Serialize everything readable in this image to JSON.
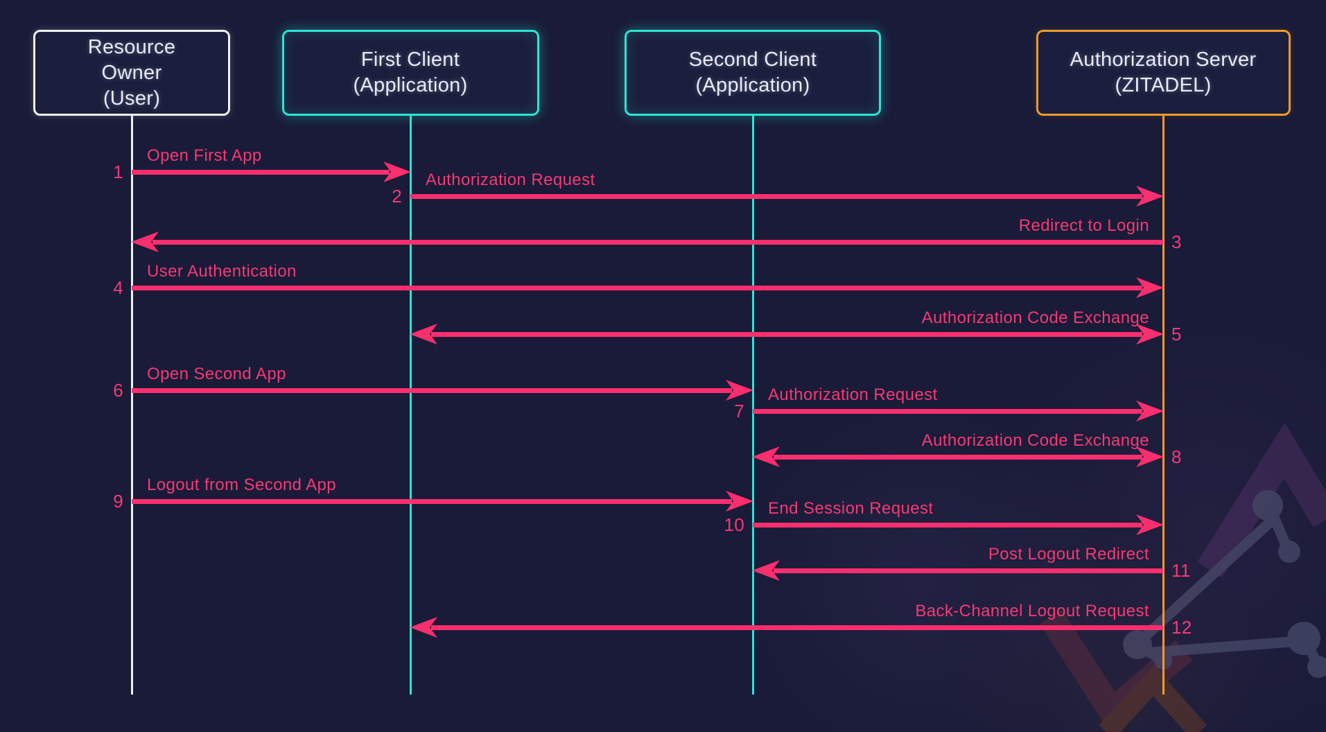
{
  "diagram": {
    "colors": {
      "background": "#191b38",
      "arrow": "#fb2e6e",
      "label_text": "#f43a74",
      "cyan": "#2be5d3",
      "orange": "#f09a2c",
      "white": "#eef0fa",
      "box_text": "#e9ebf5",
      "watermark_slate": "#3e4260",
      "watermark_purple": "#4b2e5e",
      "watermark_maroon": "#5a2839",
      "watermark_orange": "#6a3a22"
    },
    "actors": [
      {
        "id": "user",
        "lines": [
          "Resource",
          "Owner",
          "(User)"
        ],
        "color_key": "white",
        "glow": "glow-white"
      },
      {
        "id": "first_client",
        "lines": [
          "First Client",
          "(Application)"
        ],
        "color_key": "cyan",
        "glow": "glow-cyan"
      },
      {
        "id": "second_client",
        "lines": [
          "Second Client",
          "(Application)"
        ],
        "color_key": "cyan",
        "glow": "glow-cyan"
      },
      {
        "id": "auth_server",
        "lines": [
          "Authorization Server",
          "(ZITADEL)"
        ],
        "color_key": "orange",
        "glow": "glow-orange"
      }
    ],
    "messages": [
      {
        "number": "1",
        "label": "Open First App",
        "from": "user",
        "to": "first_client",
        "bidirectional": false
      },
      {
        "number": "2",
        "label": "Authorization Request",
        "from": "first_client",
        "to": "auth_server",
        "bidirectional": false
      },
      {
        "number": "3",
        "label": "Redirect to Login",
        "from": "auth_server",
        "to": "user",
        "bidirectional": false
      },
      {
        "number": "4",
        "label": "User Authentication",
        "from": "user",
        "to": "auth_server",
        "bidirectional": false
      },
      {
        "number": "5",
        "label": "Authorization Code Exchange",
        "from": "auth_server",
        "to": "first_client",
        "bidirectional": true
      },
      {
        "number": "6",
        "label": "Open Second App",
        "from": "user",
        "to": "second_client",
        "bidirectional": false
      },
      {
        "number": "7",
        "label": "Authorization Request",
        "from": "second_client",
        "to": "auth_server",
        "bidirectional": false
      },
      {
        "number": "8",
        "label": "Authorization Code Exchange",
        "from": "auth_server",
        "to": "second_client",
        "bidirectional": true
      },
      {
        "number": "9",
        "label": "Logout from Second App",
        "from": "user",
        "to": "second_client",
        "bidirectional": false
      },
      {
        "number": "10",
        "label": "End Session Request",
        "from": "second_client",
        "to": "auth_server",
        "bidirectional": false
      },
      {
        "number": "11",
        "label": "Post Logout Redirect",
        "from": "auth_server",
        "to": "second_client",
        "bidirectional": false
      },
      {
        "number": "12",
        "label": "Back-Channel Logout Request",
        "from": "auth_server",
        "to": "first_client",
        "bidirectional": false
      }
    ]
  }
}
